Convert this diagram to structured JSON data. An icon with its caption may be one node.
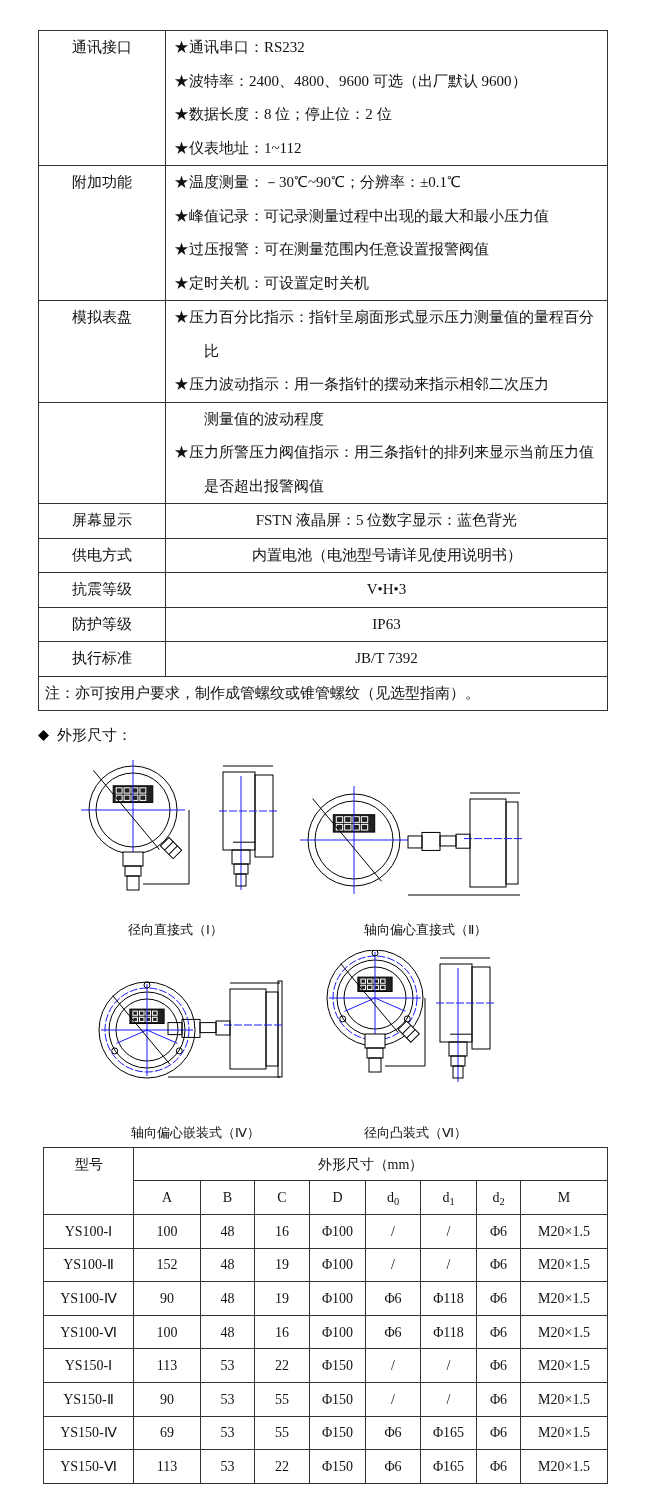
{
  "diagram": {
    "labels": [
      "通讯接口",
      "★通讯串口：RS232",
      "★波特率：2400、4800、9600 可选（出厂默认 9600）",
      "★数据长度：8 位；停止位：2 位",
      "★仪表地址：1~112",
      "附加功能",
      "★温度测量：－30℃~90℃；分辨率：±0.1℃",
      "★峰值记录：可记录测量过程中出现的最大和最小压力值",
      "★过压报警：可在测量范围内任意设置报警阀值",
      "★定时关机：可设置定时关机",
      "模拟表盘",
      "★压力百分比指示：指针呈扇面形式显示压力测量值的量程百分比",
      "★压力波动指示：用一条指针的摆动来指示相邻二次压力",
      "测量值的波动程度",
      "★压力所警压力阀值指示：用三条指针的排列来显示当前压力值是否超出报警阀值",
      "屏幕显示",
      "FSTN 液晶屏：5 位数字显示：蓝色背光",
      "供电方式",
      "内置电池（电池型号请详见使用说明书）",
      "抗震等级",
      "V•H•3",
      "防护等级",
      "IP63",
      "执行标准",
      "JB/T 7392",
      "注：亦可按用户要求，制作成管螺纹或锥管螺纹（见选型指南）。",
      "外形尺寸：",
      "径向直接式（Ⅰ）",
      "轴向偏心直接式（Ⅱ）",
      "轴向偏心嵌装式（Ⅳ）",
      "径向凸装式（Ⅵ）",
      "型号",
      "外形尺寸（mm）",
      "A",
      "B",
      "C",
      "D",
      "d$_{0}$",
      "d$_{1}$",
      "d$_{2}$",
      "M",
      "YS100-Ⅰ",
      "100",
      "48",
      "16",
      "Φ100",
      "/",
      "/",
      "Φ6",
      "M20×1.5",
      "YS100-Ⅱ",
      "152",
      "48",
      "19",
      "Φ100",
      "/",
      "/",
      "Φ6",
      "M20×1.5",
      "YS100-Ⅳ",
      "90",
      "48",
      "19",
      "Φ100",
      "Φ6",
      "Φ118",
      "Φ6",
      "M20×1.5",
      "YS100-Ⅵ",
      "100",
      "48",
      "16",
      "Φ100",
      "Φ6",
      "Φ118",
      "Φ6",
      "M20×1.5",
      "YS150-Ⅰ",
      "113",
      "53",
      "22",
      "Φ150",
      "/",
      "/",
      "Φ6",
      "M20×1.5",
      "YS150-Ⅱ",
      "90",
      "53",
      "55",
      "Φ150",
      "/",
      "/",
      "Φ6",
      "M20×1.5",
      "YS150-Ⅳ",
      "69",
      "53",
      "55",
      "Φ150",
      "Φ6",
      "Φ165",
      "Φ6",
      "M20×1.5",
      "YS150-Ⅵ",
      "113",
      "53",
      "22",
      "Φ150",
      "Φ6",
      "Φ165",
      "Φ6",
      "M20×1.5"
    ]
  }
}
